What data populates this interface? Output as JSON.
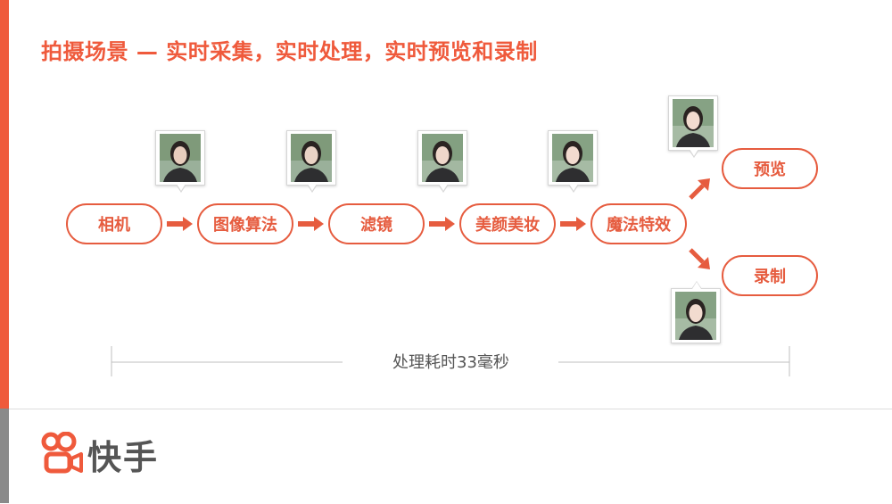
{
  "slide": {
    "title": "拍摄场景 — 实时采集，实时处理，实时预览和录制",
    "caption": "处理耗时33毫秒",
    "brand_name": "快手",
    "accent_color": "#ef5a3c"
  },
  "pipeline": {
    "nodes": [
      "相机",
      "图像算法",
      "滤镜",
      "美颜美妆",
      "魔法特效"
    ],
    "outputs": [
      "预览",
      "录制"
    ]
  },
  "icons": [
    "arrow-right-icon",
    "portrait-thumbnail",
    "kuaishou-logo-icon"
  ]
}
